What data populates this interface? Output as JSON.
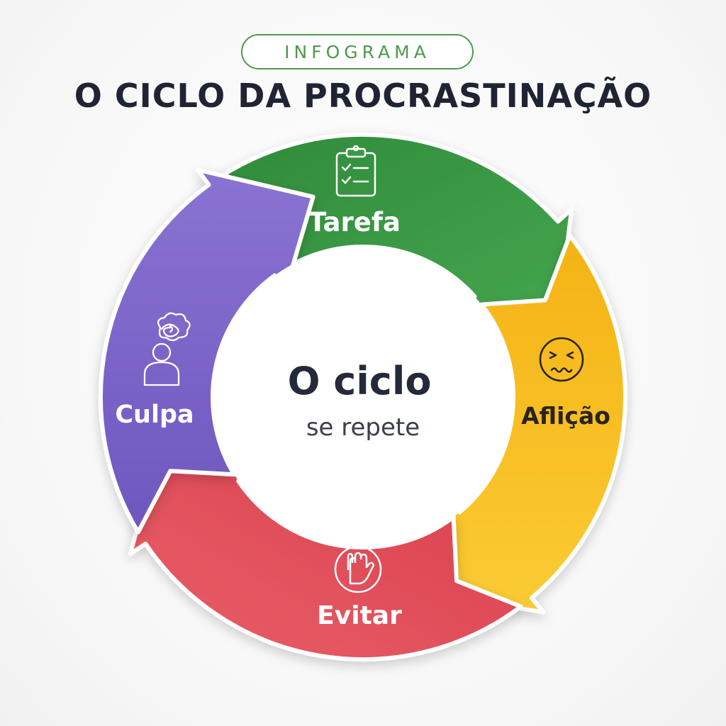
{
  "header": {
    "badge": "INFOGRAMA",
    "title": "O CICLO DA PROCRASTINAÇÃO"
  },
  "center": {
    "title": "O ciclo",
    "subtitle": "se repete"
  },
  "steps": [
    {
      "label": "Tarefa",
      "icon": "clipboard-checklist-icon",
      "color": "#3a9a45"
    },
    {
      "label": "Aflição",
      "icon": "distressed-face-icon",
      "color": "#f7bd1f"
    },
    {
      "label": "Evitar",
      "icon": "stop-hand-icon",
      "color": "#de4c58"
    },
    {
      "label": "Culpa",
      "icon": "confused-person-icon",
      "color": "#7b62c8"
    }
  ]
}
